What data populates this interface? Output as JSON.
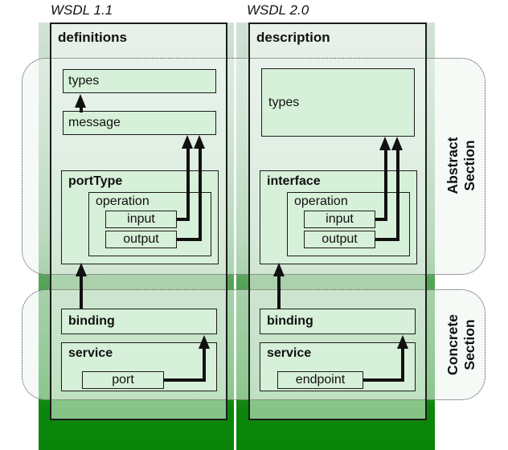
{
  "diagram": {
    "left_column": {
      "title": "WSDL 1.1",
      "root": "definitions",
      "types": "types",
      "message": "message",
      "port_type": "portType",
      "operation": "operation",
      "input": "input",
      "output": "output",
      "binding": "binding",
      "service": "service",
      "port": "port"
    },
    "right_column": {
      "title": "WSDL 2.0",
      "root": "description",
      "types": "types",
      "interface": "interface",
      "operation": "operation",
      "input": "input",
      "output": "output",
      "binding": "binding",
      "service": "service",
      "endpoint": "endpoint"
    },
    "sections": {
      "abstract": {
        "line1": "Abstract",
        "line2": "Section"
      },
      "concrete": {
        "line1": "Concrete",
        "line2": "Section"
      }
    },
    "colors": {
      "strip_top": "#d2e3d6",
      "strip_bottom": "#0a850a",
      "inner_box_fill": "#d7f0d9",
      "border": "#1c1c1c"
    }
  }
}
